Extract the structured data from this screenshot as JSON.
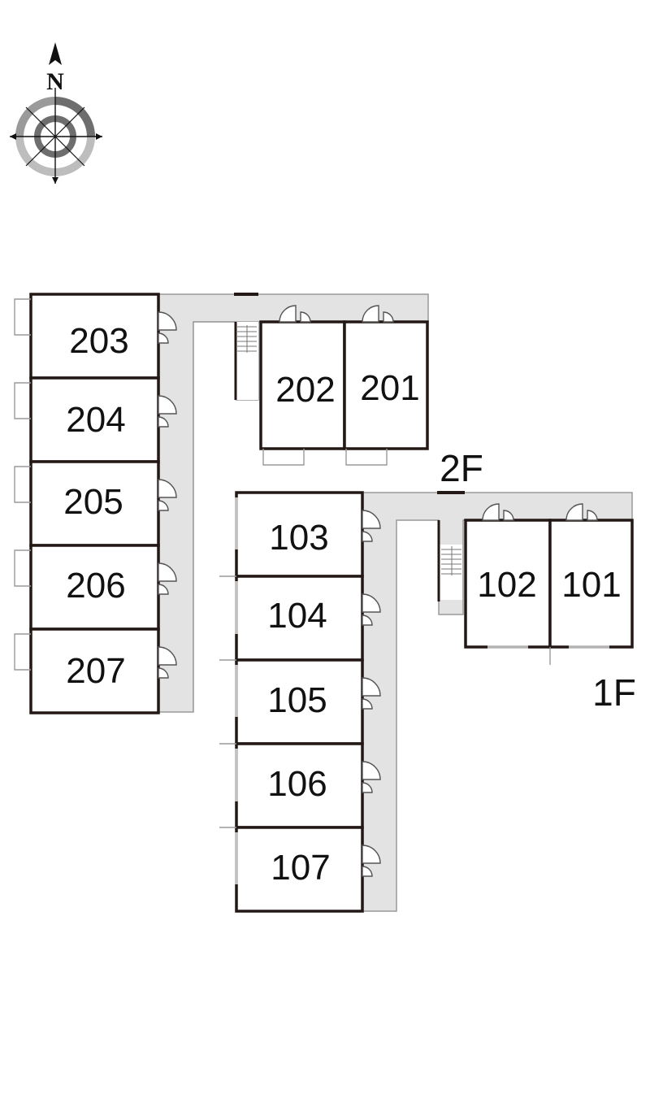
{
  "compass": {
    "north_label": "N",
    "icon": "compass-rose-icon"
  },
  "floors": [
    {
      "label": "2F",
      "rooms": [
        {
          "number": "203"
        },
        {
          "number": "204"
        },
        {
          "number": "205"
        },
        {
          "number": "206"
        },
        {
          "number": "207"
        },
        {
          "number": "202"
        },
        {
          "number": "201"
        }
      ]
    },
    {
      "label": "1F",
      "rooms": [
        {
          "number": "103"
        },
        {
          "number": "104"
        },
        {
          "number": "105"
        },
        {
          "number": "106"
        },
        {
          "number": "107"
        },
        {
          "number": "102"
        },
        {
          "number": "101"
        }
      ]
    }
  ],
  "colors": {
    "wall": "#231815",
    "corridor": "#e3e3e3",
    "text": "#111111"
  }
}
